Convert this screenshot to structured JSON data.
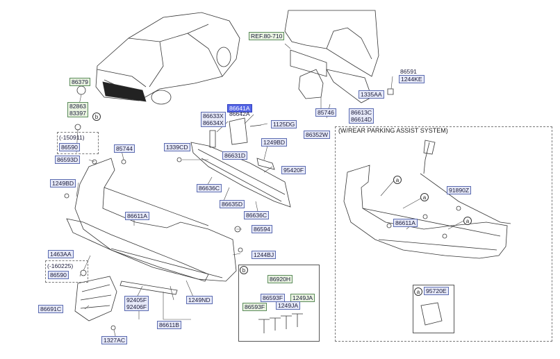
{
  "labels": {
    "ref": "REF.80-710",
    "p86379": "86379",
    "p82863": "82863",
    "p83397": "83397",
    "p86591": "86591",
    "p1244ke": "1244KE",
    "p1335aa": "1335AA",
    "p86641a": "86641A",
    "p86642a": "86642A",
    "p86633x": "86633X",
    "p86634x": "86634X",
    "p1125dg": "1125DG",
    "p86613c": "86613C",
    "p86614d": "86614D",
    "p86352w": "86352W",
    "p85746": "85746",
    "d150911": "(-150911)",
    "p86590a": "86590",
    "p85744": "85744",
    "p1339cd": "1339CD",
    "p1249bd_top": "1249BD",
    "p86593d": "86593D",
    "p86631d": "86631D",
    "p95420f": "95420F",
    "p1249bd_left": "1249BD",
    "p86636c_a": "86636C",
    "p86635d": "86635D",
    "p86636c_b": "86636C",
    "p86611a": "86611A",
    "p86594": "86594",
    "p1463aa": "1463AA",
    "p1244bj": "1244BJ",
    "d160225": "(-160225)",
    "p86590b": "86590",
    "p92405f": "92405F",
    "p92406f": "92406F",
    "p1249nd": "1249ND",
    "p86691c": "86691C",
    "p86611b": "86611B",
    "p1327ac": "1327AC",
    "rpas_title": "(W/REAR PARKING ASSIST SYSTEM)",
    "p91890z": "91890Z",
    "p86611a_rpas": "86611A",
    "p95720e": "95720E",
    "p86920h": "86920H",
    "p86593f_a": "86593F",
    "p1249ja_a": "1249JA",
    "p86593f_b": "86593F",
    "p1249ja_b": "1249JA",
    "circ_a": "a",
    "circ_b": "b"
  },
  "colors": {
    "line": "#333333",
    "label_border": "#6a6a9a",
    "green_fill": "#e9f3e0",
    "blue_fill": "#e6e9f8",
    "selected_fill": "#5566e6"
  }
}
